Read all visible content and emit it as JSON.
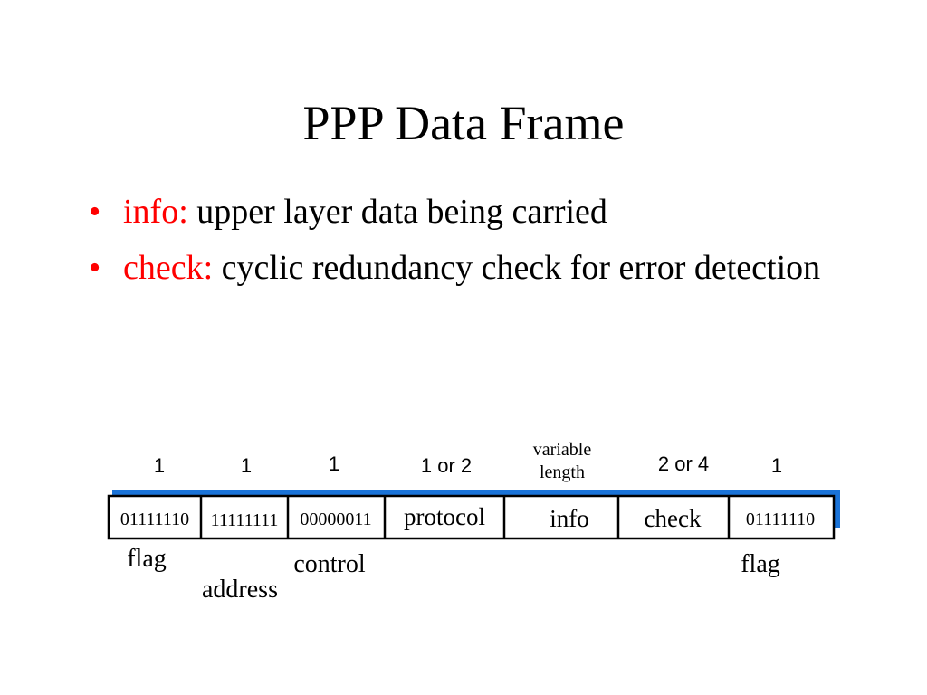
{
  "slide": {
    "title": "PPP Data Frame",
    "bullets": [
      {
        "term": "info:",
        "text": " upper layer data being carried"
      },
      {
        "term": "check:",
        "text": "  cyclic redundancy check for error detection"
      }
    ]
  },
  "frame": {
    "sizes": [
      "1",
      "1",
      "1",
      "1 or 2",
      "variable",
      "length",
      "2 or 4",
      "1"
    ],
    "fields": [
      "01111110",
      "11111111",
      "00000011",
      "protocol",
      "info",
      "check",
      "01111110"
    ],
    "labels": [
      "flag",
      "address",
      "control",
      "flag"
    ],
    "colors": {
      "shadow": "#1a73d8",
      "box": "#000000",
      "term": "#ff0000"
    }
  }
}
